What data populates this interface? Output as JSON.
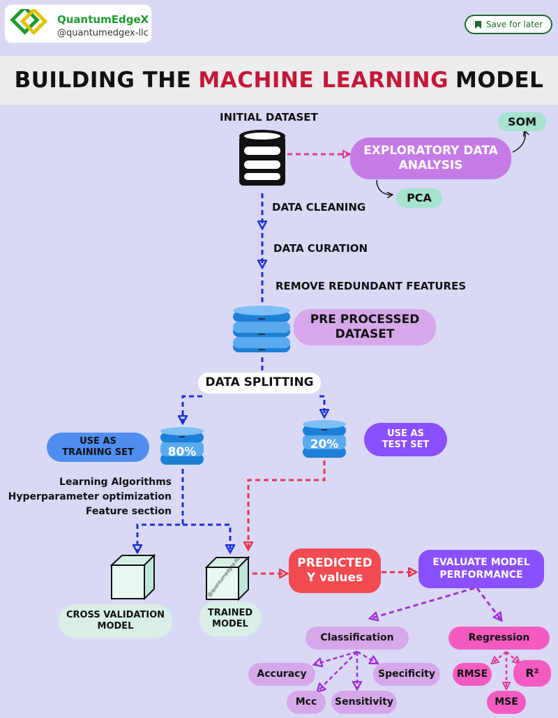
{
  "brand": {
    "name": "QuantumEdgeX",
    "handle": "@quantumedgex-llc"
  },
  "save_button": {
    "label": "Save for later"
  },
  "title": {
    "part1": "BUILDING THE",
    "highlight": "MACHINE LEARNING",
    "part3": "MODEL"
  },
  "nodes": {
    "initial_dataset": "INITIAL DATASET",
    "eda_line1": "EXPLORATORY DATA",
    "eda_line2": "ANALYSIS",
    "som": "SOM",
    "pca": "PCA",
    "data_cleaning": "DATA CLEANING",
    "data_curation": "DATA CURATION",
    "remove_redundant": "REMOVE REDUNDANT FEATURES",
    "preprocessed_line1": "PRE PROCESSED",
    "preprocessed_line2": "DATASET",
    "data_splitting": "DATA SPLITTING",
    "training_line1": "USE AS",
    "training_line2": "TRAINING SET",
    "test_line1": "USE AS",
    "test_line2": "TEST SET",
    "split_train_pct": "80%",
    "split_test_pct": "20%",
    "steps": [
      "Learning Algorithms",
      "Hyperparameter optimization",
      "Feature section"
    ],
    "cv_line1": "CROSS VALIDATION",
    "cv_line2": "MODEL",
    "trained_line1": "TRAINED",
    "trained_line2": "MODEL",
    "cube_watermark": "@quantumedgex-llc",
    "predicted_line1": "PREDICTED",
    "predicted_line2": "Y values",
    "evaluate_line1": "EVALUATE MODEL",
    "evaluate_line2": "PERFORMANCE",
    "classification": "Classification",
    "regression": "Regression",
    "accuracy": "Accuracy",
    "specificity": "Specificity",
    "mcc": "Mcc",
    "sensitivity": "Sensitivity",
    "rmse": "RMSE",
    "r2": "R²",
    "mse": "MSE"
  },
  "colors": {
    "background": "#d9d9f6",
    "title_highlight": "#c3183a",
    "brand_green": "#1f9a2f",
    "arrow_pink": "#e0398f",
    "arrow_blue": "#1a2fd6",
    "arrow_red": "#e8334a",
    "arrow_purple": "#a12fd6",
    "arrow_magenta": "#e0399f",
    "violet_pill": "#c57be6",
    "mint_pill": "#a6e3d0",
    "blue_pill": "#4f8ef0",
    "purple_pill": "#8a4fff",
    "red_pill": "#f14a50",
    "lilac_pill": "#d6a8ea",
    "pink_pill": "#f45bc1"
  }
}
